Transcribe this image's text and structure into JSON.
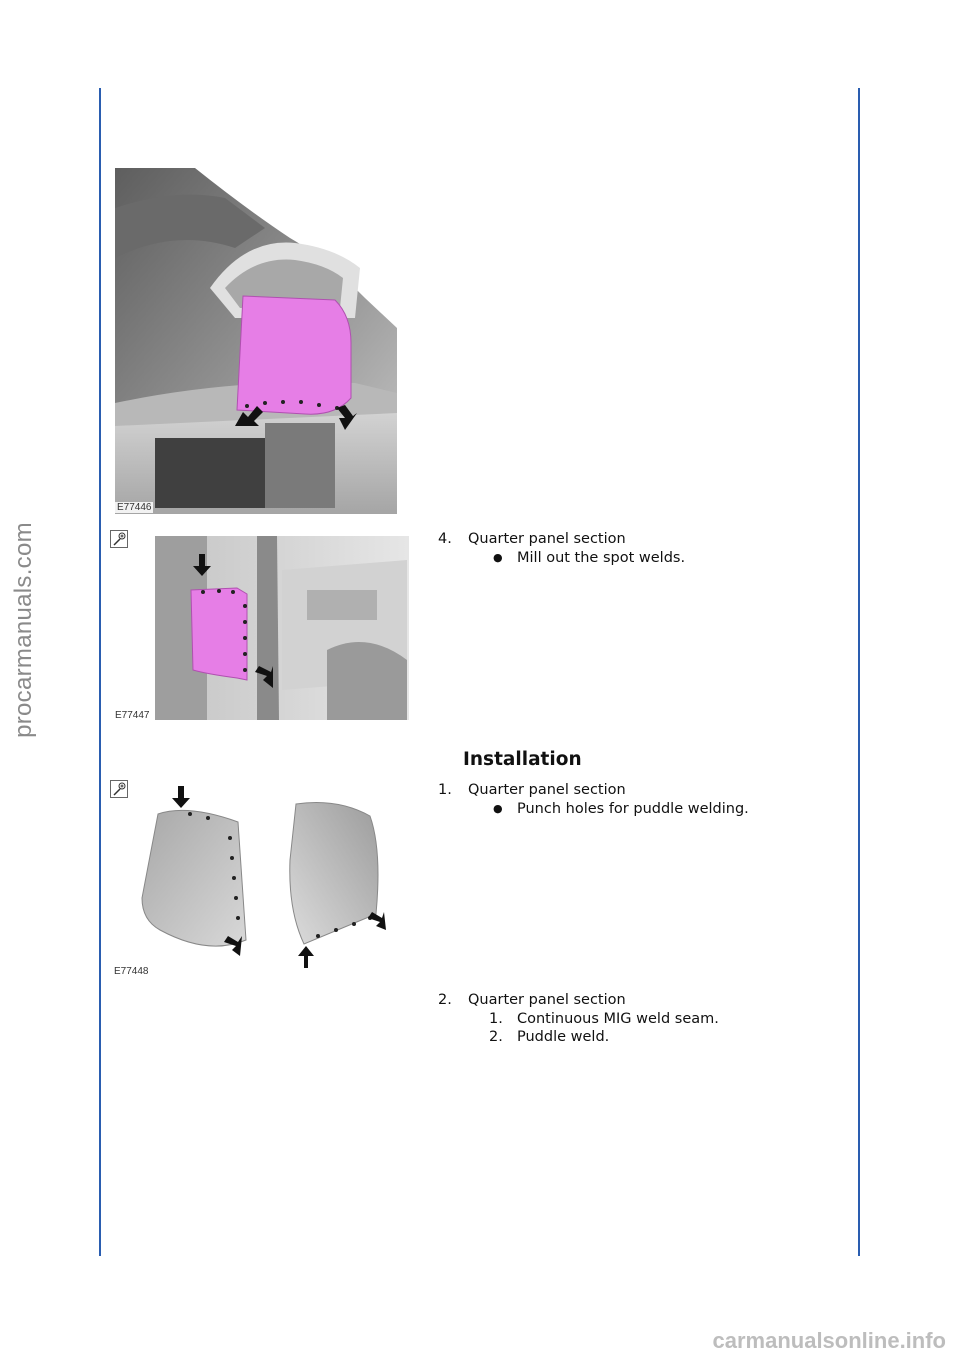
{
  "watermarks": {
    "side": "procarmanuals.com",
    "footer": "carmanualsonline.info"
  },
  "figures": [
    {
      "label": "E77446",
      "icon": "zoom-icon"
    },
    {
      "label": "E77447",
      "icon": "zoom-icon"
    },
    {
      "label": "E77448",
      "icon": "zoom-icon"
    }
  ],
  "colors": {
    "rule": "#2a5db0",
    "highlight": "#e67ee6"
  },
  "steps": [
    {
      "number": "4.",
      "title": "Quarter panel section",
      "items": [
        {
          "marker": "●",
          "text": "Mill out the spot welds."
        }
      ]
    },
    {
      "number": "1.",
      "title": "Quarter panel section",
      "items": [
        {
          "marker": "●",
          "text": "Punch holes for puddle welding."
        }
      ]
    },
    {
      "number": "2.",
      "title": "Quarter panel section",
      "items": [
        {
          "marker": "1.",
          "text": "Continuous MIG weld seam."
        },
        {
          "marker": "2.",
          "text": "Puddle weld."
        }
      ]
    }
  ],
  "section": {
    "heading": "Installation"
  }
}
